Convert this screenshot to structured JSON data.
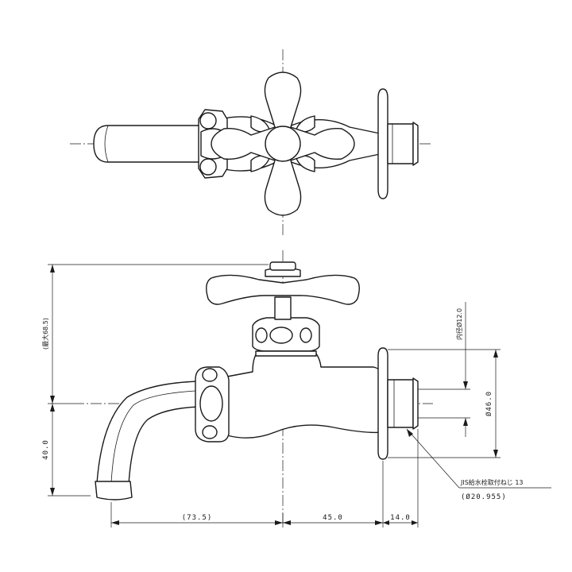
{
  "dimensions": {
    "max_height": "(最大68.5)",
    "spout_height": "40.0",
    "spout_reach": "(73.5)",
    "body_length": "45.0",
    "thread_length": "14.0",
    "flange_diameter": "Ø46.0",
    "bore_diameter": "内径Ø12.0",
    "thread_callout": "JIS給水栓取付ねじ 13",
    "thread_diameter": "(Ø20.955)"
  }
}
